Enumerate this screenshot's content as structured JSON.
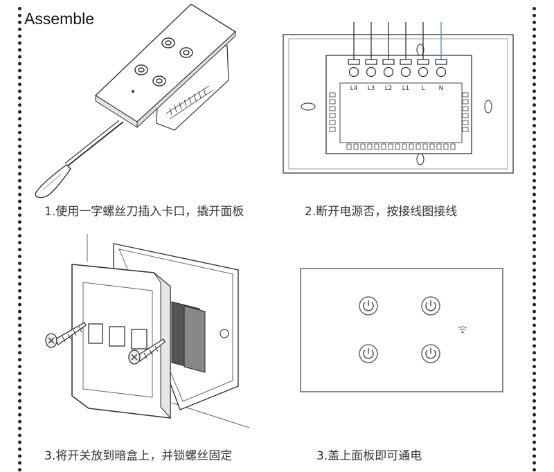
{
  "title": "Assemble",
  "steps": [
    {
      "caption": "1.使用一字螺丝刀插入卡口，撬开面板"
    },
    {
      "caption": "2.断开电源否，按接线图接线"
    },
    {
      "caption": "3.将开关放到暗盒上，并锁螺丝固定"
    },
    {
      "caption": "3.盖上面板即可通电"
    }
  ],
  "terminals": [
    "L4",
    "L3",
    "L2",
    "L1",
    "L",
    "N"
  ]
}
